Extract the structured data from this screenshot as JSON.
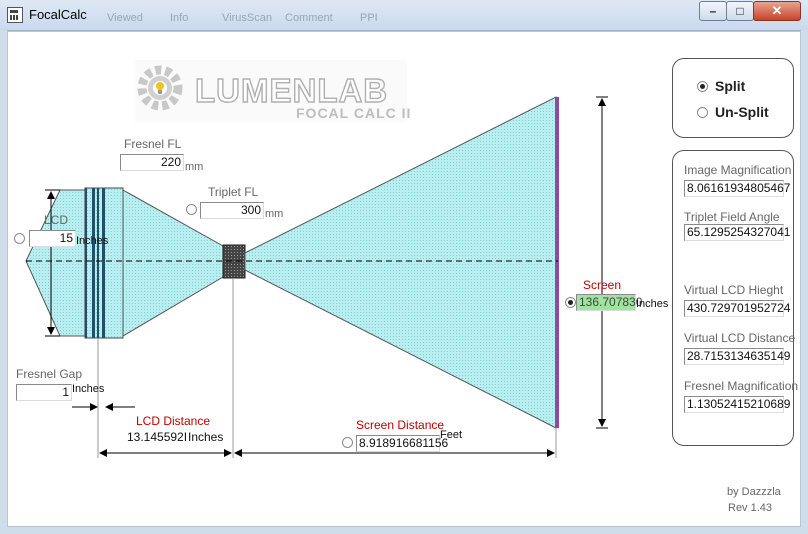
{
  "window": {
    "title": "FocalCalc",
    "ghost_toolbar": [
      "Viewed",
      "Info",
      "VirusScan",
      "Comment",
      "PPI"
    ],
    "controls": {
      "minimize": "–",
      "maximize": "□",
      "close": "✕"
    }
  },
  "logo": {
    "brand": "LUMENLAB",
    "product": "FOCAL CALC II"
  },
  "mode": {
    "options": [
      {
        "label": "Split",
        "selected": true
      },
      {
        "label": "Un-Split",
        "selected": false
      }
    ]
  },
  "diagram": {
    "fresnel_fl": {
      "label": "Fresnel FL",
      "value": "220",
      "unit": "mm"
    },
    "triplet_fl": {
      "label": "Triplet FL",
      "value": "300",
      "unit": "mm",
      "selected": false
    },
    "lcd": {
      "label": "LCD",
      "value": "15",
      "unit": "Inches",
      "selected": false
    },
    "fresnel_gap": {
      "label": "Fresnel Gap",
      "value": "1",
      "unit": "Inches"
    },
    "lcd_distance": {
      "label": "LCD Distance",
      "value": "13.145592",
      "display": "13.145592I",
      "unit": "Inches"
    },
    "screen_distance": {
      "label": "Screen Distance",
      "value": "8.918916681156",
      "unit": "Feet",
      "selected": false
    },
    "screen": {
      "label": "Screen",
      "value": "136.707830",
      "unit": "Inches",
      "selected": true
    }
  },
  "results": [
    {
      "label": "Image Magnification",
      "value": "8.06161934805467"
    },
    {
      "label": "Triplet Field Angle",
      "value": "65.1295254327041"
    },
    {
      "label": "Virtual LCD Hieght",
      "value": "430.729701952724"
    },
    {
      "label": "Virtual LCD Distance",
      "value": "28.7153134635149"
    },
    {
      "label": "Fresnel Magnification",
      "value": "1.13052415210689"
    }
  ],
  "footer": {
    "author": "by Dazzzla",
    "revision": "Rev 1.43"
  },
  "colors": {
    "beam": "#b9eef0",
    "screen": "#8e4aa0",
    "accent_red": "#c00000",
    "screen_field": "#9ee39e"
  }
}
